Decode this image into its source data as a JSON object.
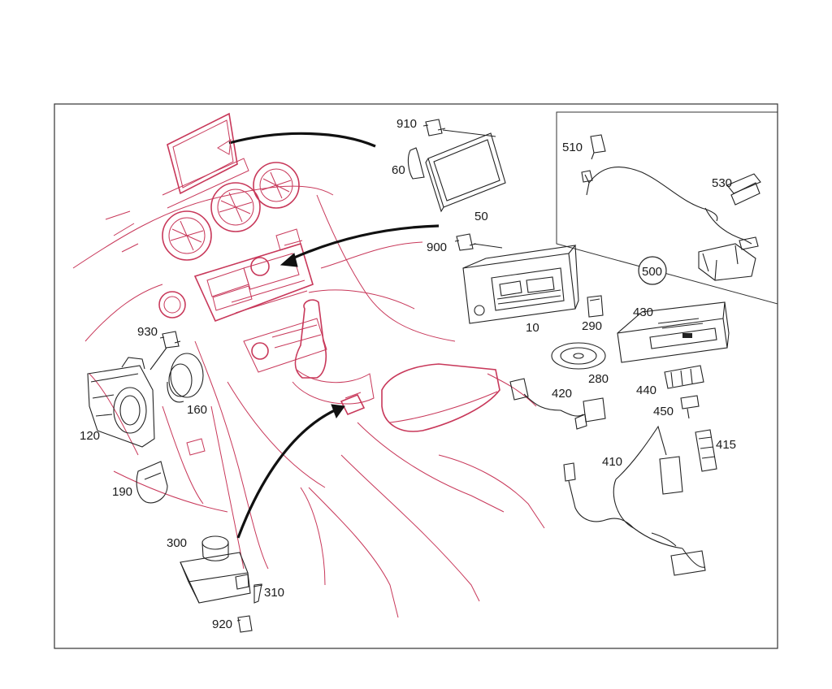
{
  "callouts": [
    {
      "id": "c910",
      "text": "910"
    },
    {
      "id": "c60",
      "text": "60"
    },
    {
      "id": "c50",
      "text": "50"
    },
    {
      "id": "c510",
      "text": "510"
    },
    {
      "id": "c530",
      "text": "530"
    },
    {
      "id": "c900",
      "text": "900"
    },
    {
      "id": "c500",
      "text": "500"
    },
    {
      "id": "c10",
      "text": "10"
    },
    {
      "id": "c290",
      "text": "290"
    },
    {
      "id": "c430",
      "text": "430"
    },
    {
      "id": "c280",
      "text": "280"
    },
    {
      "id": "c930",
      "text": "930"
    },
    {
      "id": "c420",
      "text": "420"
    },
    {
      "id": "c440",
      "text": "440"
    },
    {
      "id": "c160",
      "text": "160"
    },
    {
      "id": "c450",
      "text": "450"
    },
    {
      "id": "c120",
      "text": "120"
    },
    {
      "id": "c415",
      "text": "415"
    },
    {
      "id": "c410",
      "text": "410"
    },
    {
      "id": "c190",
      "text": "190"
    },
    {
      "id": "c300",
      "text": "300"
    },
    {
      "id": "c310",
      "text": "310"
    },
    {
      "id": "c920",
      "text": "920"
    }
  ],
  "colors": {
    "line_pink": "#c8385a",
    "line_black": "#222222",
    "frame": "#333333"
  }
}
